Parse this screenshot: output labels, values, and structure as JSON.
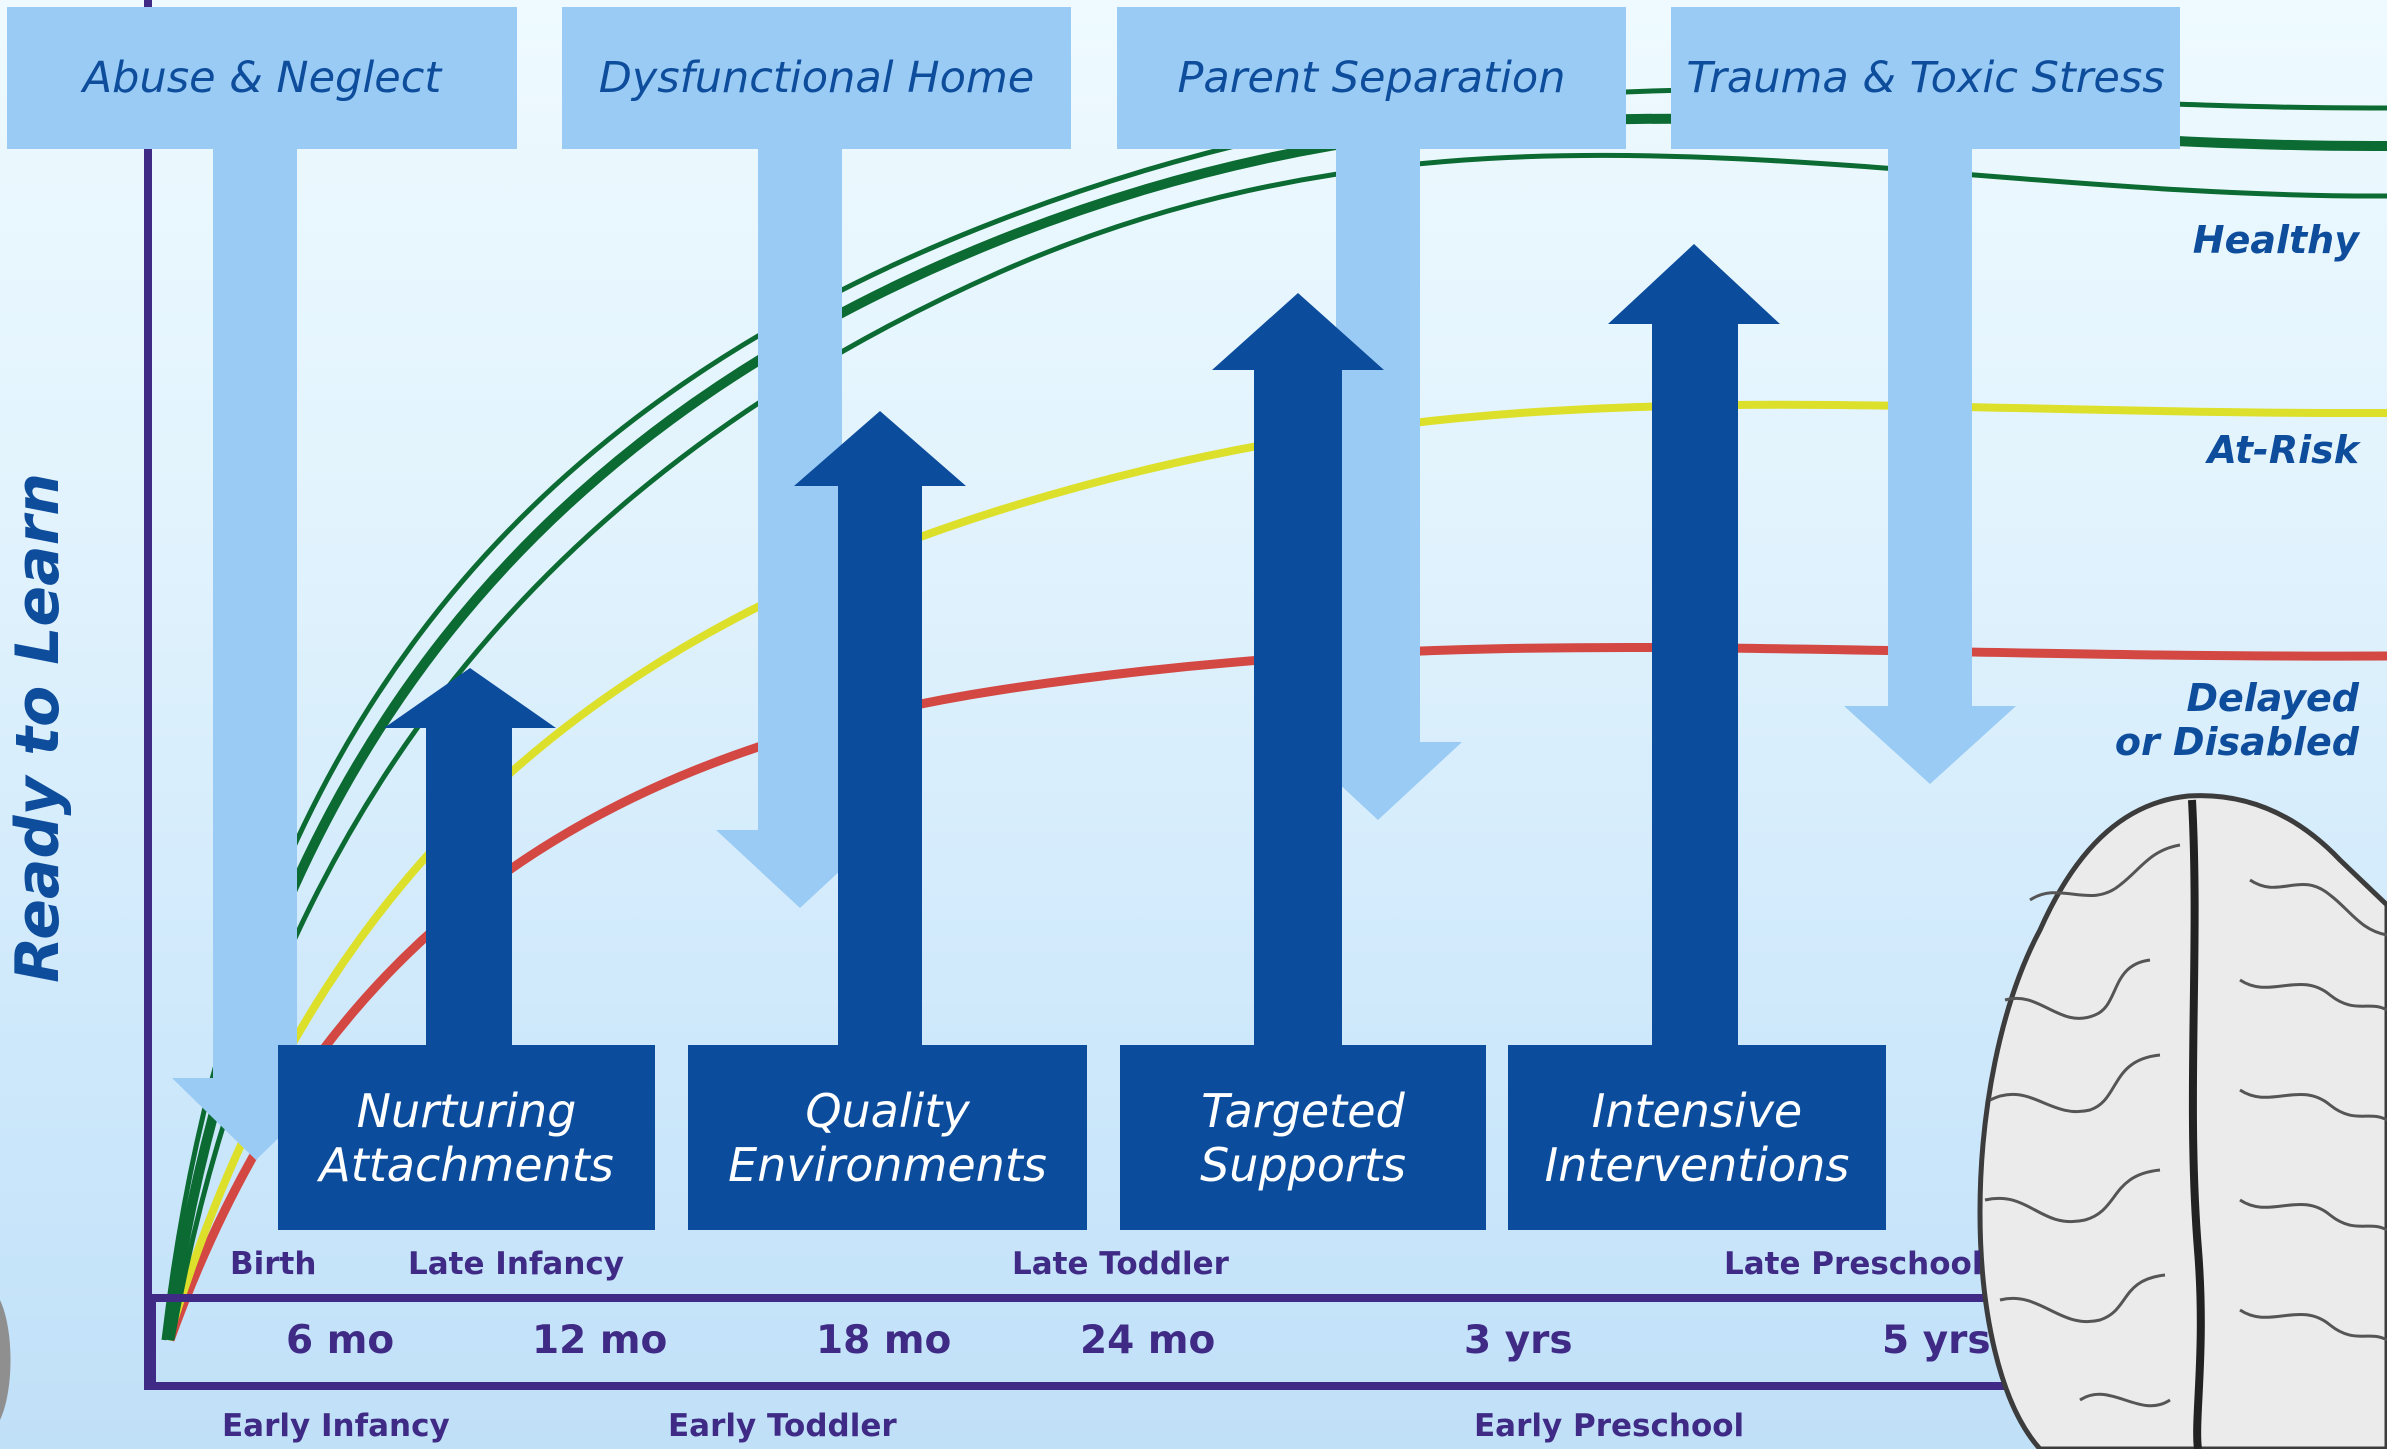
{
  "y_axis_label": "Ready to Learn",
  "harm_factors": [
    "Abuse & Neglect",
    "Dysfunctional Home",
    "Parent Separation",
    "Trauma & Toxic Stress"
  ],
  "supports": [
    {
      "line1": "Nurturing",
      "line2": "Attachments"
    },
    {
      "line1": "Quality",
      "line2": "Environments"
    },
    {
      "line1": "Targeted",
      "line2": "Supports"
    },
    {
      "line1": "Intensive",
      "line2": "Interventions"
    }
  ],
  "outcome_labels": {
    "healthy": "Healthy",
    "at_risk": "At-Risk",
    "delayed_line1": "Delayed",
    "delayed_line2": "or Disabled"
  },
  "upper_stage_labels": [
    "Birth",
    "Late Infancy",
    "Late Toddler",
    "Late Preschool"
  ],
  "lower_stage_labels": [
    "Early Infancy",
    "Early Toddler",
    "Early Preschool"
  ],
  "age_ticks": [
    "6 mo",
    "12 mo",
    "18 mo",
    "24 mo",
    "3 yrs",
    "5 yrs"
  ],
  "colors": {
    "harm_arrow": "#99cbf4",
    "support_arrow": "#0c4c9c",
    "healthy_curve": "#0b6b32",
    "at_risk_curve": "#dde02a",
    "delayed_curve": "#d44843",
    "axis": "#3f2b86",
    "label_text": "#0e4d9c"
  },
  "icons": [
    "brain-illustration"
  ]
}
